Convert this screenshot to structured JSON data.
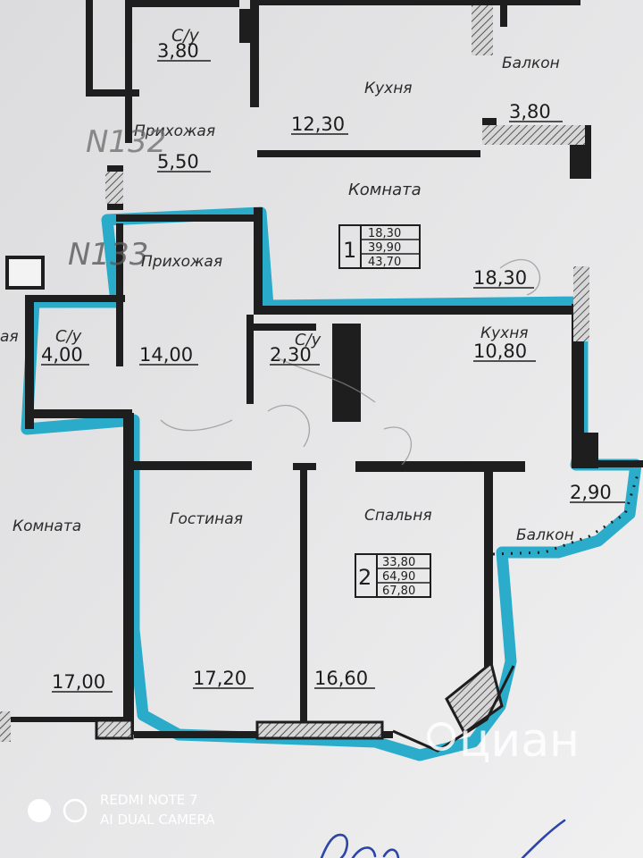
{
  "rooms": {
    "top_wc": {
      "label": "С/у",
      "area": "3,80"
    },
    "top_balcony": {
      "label": "Балкон",
      "area": "3,80"
    },
    "top_kitchen": {
      "label": "Кухня",
      "area": "12,30"
    },
    "top_hall": {
      "label": "Прихожая",
      "area": "5,50"
    },
    "top_room": {
      "label": "Комната",
      "area": "18,30"
    },
    "hall": {
      "label": "Прихожая",
      "area": "14,00"
    },
    "wc_left": {
      "label": "С/у",
      "area": "4,00"
    },
    "wc_mid": {
      "label": "С/у",
      "area": "2,30"
    },
    "kitchen": {
      "label": "Кухня",
      "area": "10,80"
    },
    "balcony": {
      "label": "Балкон",
      "area": "2,90"
    },
    "living": {
      "label": "Гостиная",
      "area": "17,20"
    },
    "bedroom": {
      "label": "Спальня",
      "area": "16,60"
    },
    "left_room": {
      "label": "Комната",
      "area": "17,00"
    },
    "left_edge": {
      "label": "ая"
    }
  },
  "apartments": {
    "apt132": {
      "no": "N132",
      "rooms": "1",
      "values": [
        "18,30",
        "39,90",
        "43,70"
      ]
    },
    "apt133": {
      "no": "N133",
      "rooms": "2",
      "values": [
        "33,80",
        "64,90",
        "67,80"
      ]
    }
  },
  "watermark": {
    "brand": "циан",
    "code": "[unclear]"
  },
  "camera": {
    "line1": "REDMI NOTE 7",
    "line2": "AI DUAL CAMERA"
  },
  "colors": {
    "paper": "#e9e9ea",
    "wall": "#1e1e1e",
    "highlight": "#1aa6c7",
    "hatch": "#8a8a8a"
  }
}
